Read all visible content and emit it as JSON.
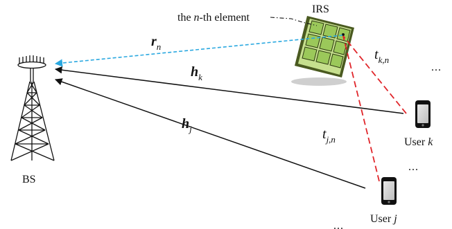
{
  "labels": {
    "bs": "BS",
    "irs": "IRS",
    "element_prefix": "the ",
    "element_var": "n",
    "element_suffix": "-th element",
    "user_k_text": "User ",
    "user_k_var": "k",
    "user_j_text": "User ",
    "user_j_var": "j"
  },
  "channels": {
    "r": {
      "sym": "r",
      "sub": "n"
    },
    "hk": {
      "sym": "h",
      "sub": "k"
    },
    "hj": {
      "sym": "h",
      "sub": "j"
    },
    "tkn": {
      "sym": "t",
      "sub": "k,n"
    },
    "tjn": {
      "sym": "t",
      "sub": "j,n"
    }
  },
  "ellipses": {
    "top_right": "...",
    "mid_right": "...",
    "bottom": "..."
  },
  "colors": {
    "line_black": "#111111",
    "line_blue": "#2aa8e0",
    "line_red": "#e0252a",
    "irs_frame": "#4a5a20",
    "irs_fill": "#c6df8e",
    "irs_tile": "#9bc85a",
    "shadow": "#c8c8c8"
  }
}
